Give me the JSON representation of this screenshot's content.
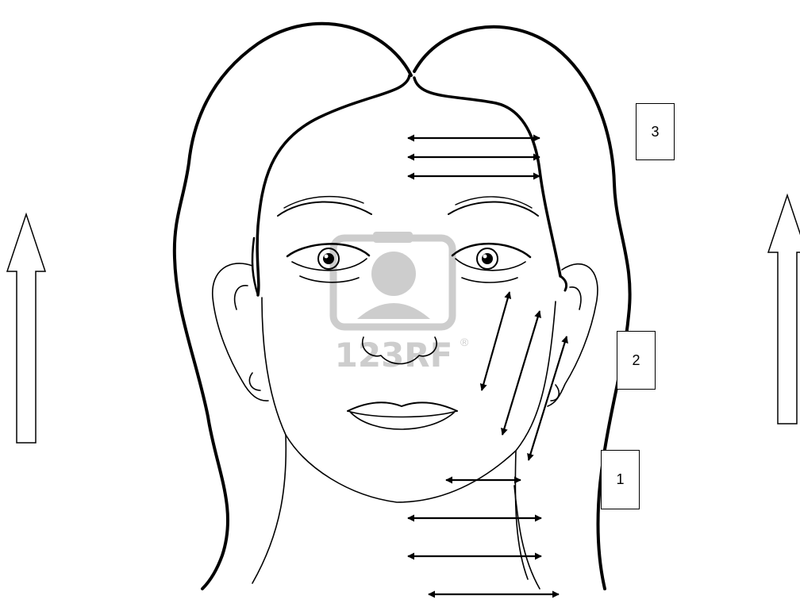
{
  "zones": [
    {
      "label": "3"
    },
    {
      "label": "2"
    },
    {
      "label": "1"
    }
  ],
  "watermark": {
    "text": "123RF",
    "mark": "®"
  },
  "colors": {
    "line": "#000000",
    "watermark": "#c8c8c8",
    "background": "#ffffff"
  },
  "icons": {
    "left_arrow": "up-arrow-icon",
    "right_arrow": "up-arrow-icon",
    "watermark": "camera-logo-icon"
  }
}
